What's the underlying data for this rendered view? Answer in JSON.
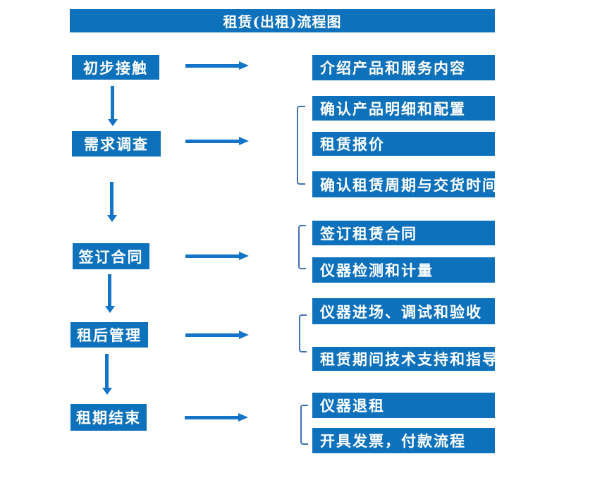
{
  "title": "租赁(出租)流程图",
  "colors": {
    "box_blue": "#0d71bc",
    "arrow_blue": "#1474c8",
    "bracket_blue": "#3d72b4",
    "text_white": "#ffffff"
  },
  "steps": [
    {
      "label": "初步接触",
      "outputs": [
        "介绍产品和服务内容"
      ]
    },
    {
      "label": "需求调查",
      "outputs": [
        "确认产品明细和配置",
        "租赁报价",
        "确认租赁周期与交货时间"
      ]
    },
    {
      "label": "签订合同",
      "outputs": [
        "签订租赁合同",
        "仪器检测和计量"
      ]
    },
    {
      "label": "租后管理",
      "outputs": [
        "仪器进场、调试和验收",
        "租赁期间技术支持和指导"
      ]
    },
    {
      "label": "租期结束",
      "outputs": [
        "仪器退租",
        "开具发票，付款流程"
      ]
    }
  ]
}
